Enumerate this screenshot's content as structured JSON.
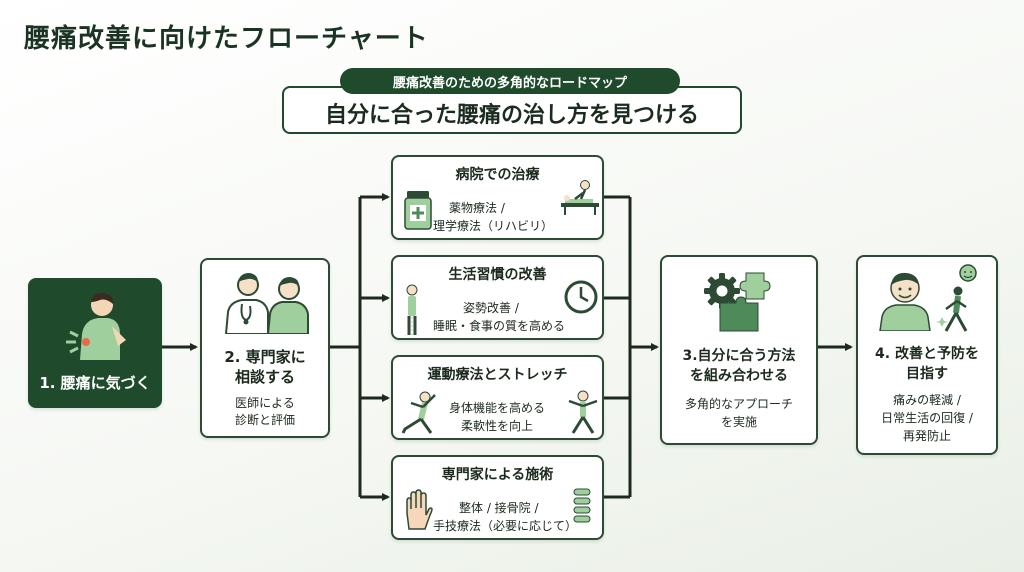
{
  "page": {
    "title": "腰痛改善に向けたフローチャート",
    "subtitle": "腰痛改善のための多角的なロードマップ",
    "heading": "自分に合った腰痛の治し方を見つける"
  },
  "steps": {
    "step1": {
      "title": "1. 腰痛に気づく"
    },
    "step2": {
      "title_line1": "2. 専門家に",
      "title_line2": "相談する",
      "desc_line1": "医師による",
      "desc_line2": "診断と評価"
    },
    "step3": {
      "title_line1": "3.自分に合う方法",
      "title_line2": "を組み合わせる",
      "desc_line1": "多角的なアプローチ",
      "desc_line2": "を実施"
    },
    "step4": {
      "title_line1": "4. 改善と予防を",
      "title_line2": "目指す",
      "desc_line1": "痛みの軽減 /",
      "desc_line2": "日常生活の回復 /",
      "desc_line3": "再発防止"
    }
  },
  "options": [
    {
      "title": "病院での治療",
      "desc_line1": "薬物療法 /",
      "desc_line2": "理学療法（リハビリ）"
    },
    {
      "title": "生活習慣の改善",
      "desc_line1": "姿勢改善 /",
      "desc_line2": "睡眠・食事の質を高める"
    },
    {
      "title": "運動療法とストレッチ",
      "desc_line1": "身体機能を高める",
      "desc_line2": "柔軟性を向上"
    },
    {
      "title": "専門家による施術",
      "desc_line1": "整体 / 接骨院 /",
      "desc_line2": "手技療法（必要に応じて）"
    }
  ],
  "colors": {
    "dark_green": "#1f4a2c",
    "mid_green": "#4f8a5b",
    "light_green": "#9fcf9c",
    "line": "#1c2a1e"
  },
  "icons": [
    "back-pain-person-icon",
    "doctor-consultation-icon",
    "medicine-bottle-icon",
    "physical-therapy-icon",
    "posture-figure-icon",
    "clock-icon",
    "stretch-figure-icon",
    "exercise-figure-icon",
    "hand-icon",
    "spine-icon",
    "gear-icon",
    "puzzle-icon",
    "smiling-person-icon",
    "walking-person-icon"
  ]
}
